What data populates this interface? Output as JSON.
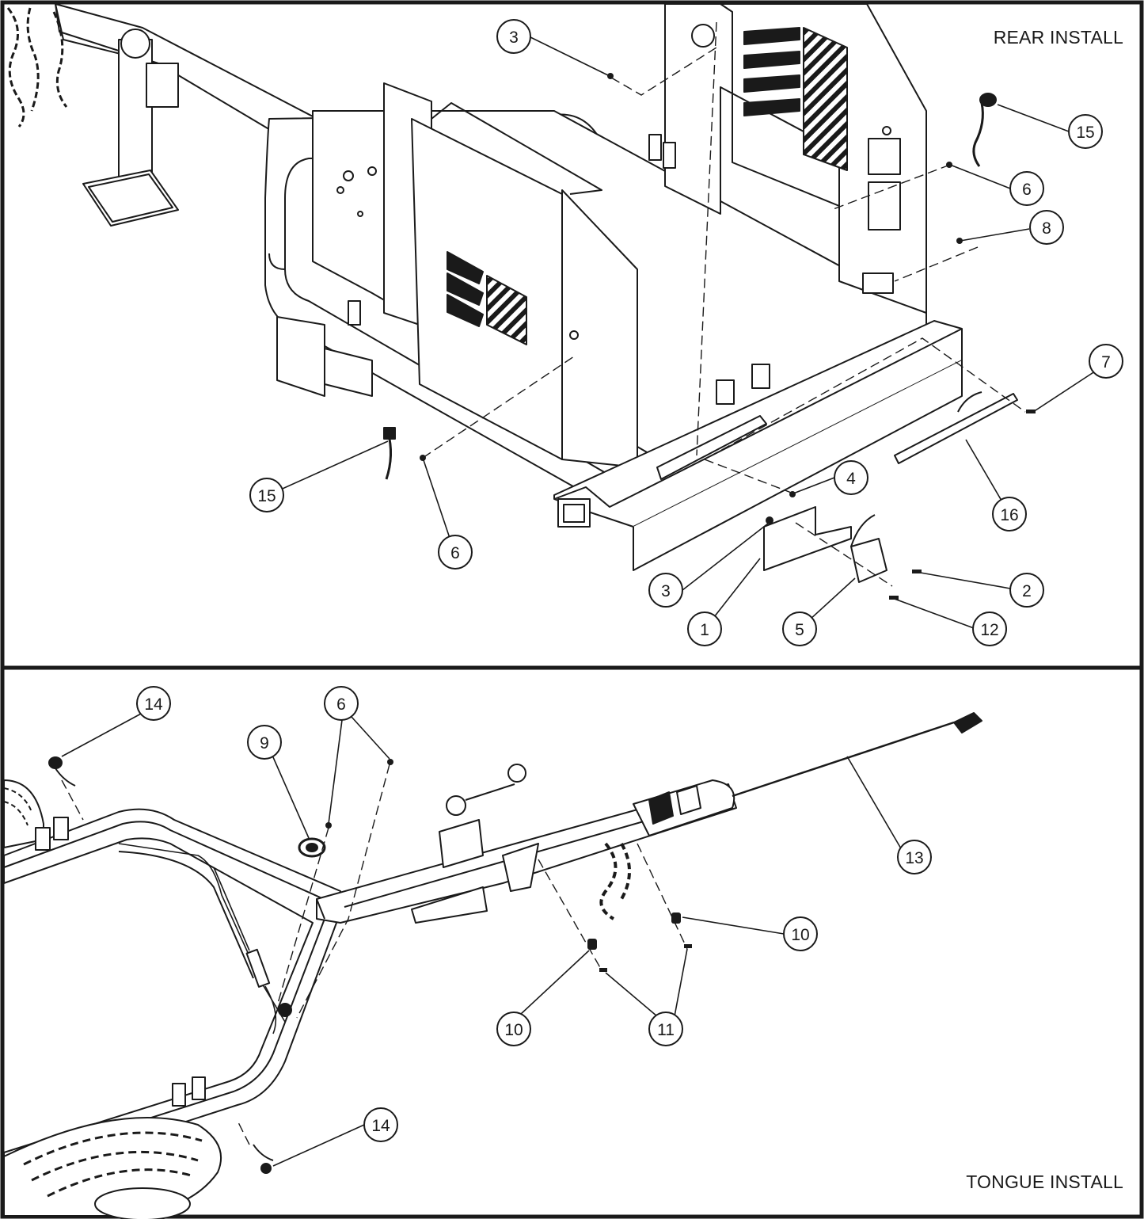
{
  "panels": {
    "rear": {
      "title": "REAR INSTALL"
    },
    "tongue": {
      "title": "TONGUE INSTALL"
    }
  },
  "callouts": {
    "rear": [
      "3",
      "15",
      "6",
      "8",
      "7",
      "4",
      "16",
      "15",
      "6",
      "3",
      "1",
      "5",
      "2",
      "12"
    ],
    "tongue": [
      "14",
      "6",
      "9",
      "13",
      "10",
      "10",
      "11",
      "14"
    ]
  }
}
